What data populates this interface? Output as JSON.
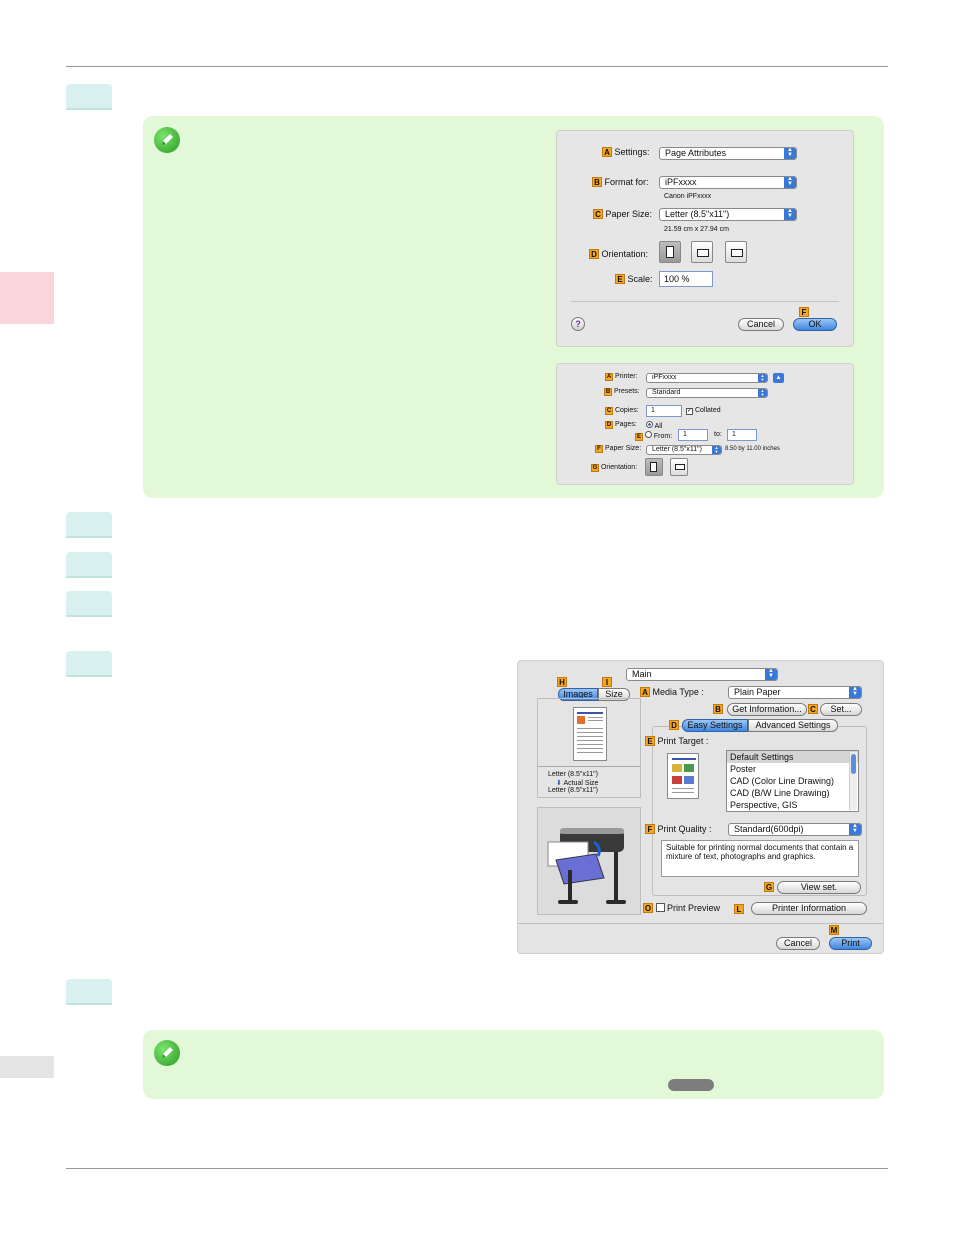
{
  "page_dialog": {
    "settings_label": "Settings:",
    "settings_value": "Page Attributes",
    "format_label": "Format for:",
    "format_value": "iPFxxxx",
    "format_sub": "Canon iPFxxxx",
    "paper_label": "Paper Size:",
    "paper_value": "Letter (8.5\"x11\")",
    "paper_sub": "21.59 cm x 27.94 cm",
    "orientation_label": "Orientation:",
    "scale_label": "Scale:",
    "scale_value": "100 %",
    "help_glyph": "?",
    "cancel": "Cancel",
    "ok": "OK",
    "letters": [
      "A",
      "B",
      "C",
      "D",
      "E",
      "F"
    ]
  },
  "print_dialog": {
    "printer_label": "Printer:",
    "printer_value": "iPFxxxx",
    "presets_label": "Presets:",
    "presets_value": "Standard",
    "copies_label": "Copies:",
    "copies_value": "1",
    "collated": "Collated",
    "pages_label": "Pages:",
    "all": "All",
    "from": "From:",
    "from_value": "1",
    "to": "to:",
    "to_value": "1",
    "paper_label": "Paper Size:",
    "paper_value": "Letter (8.5\"x11\")",
    "paper_dims": "8.50 by 11.00 inches",
    "orientation_label": "Orientation:",
    "letters": [
      "A",
      "B",
      "C",
      "D",
      "E",
      "F",
      "G"
    ]
  },
  "main_dialog": {
    "panel_popup": "Main",
    "tab_images": "Images",
    "tab_size": "Size",
    "preview_line1": "Letter (8.5\"x11\")",
    "preview_line2": "Actual Size",
    "preview_line3": "Letter (8.5\"x11\")",
    "media_type_label": "Media Type :",
    "media_type_value": "Plain Paper",
    "get_info": "Get Information...",
    "set": "Set...",
    "tab_easy": "Easy Settings",
    "tab_advanced": "Advanced Settings",
    "print_target_label": "Print Target :",
    "print_targets": [
      "Default Settings",
      "Poster",
      "CAD (Color Line Drawing)",
      "CAD (B/W Line Drawing)",
      "Perspective, GIS"
    ],
    "print_quality_label": "Print Quality :",
    "print_quality_value": "Standard(600dpi)",
    "description": "Suitable for printing normal documents that contain a mixture of text, photographs and graphics.",
    "view_set": "View set.",
    "print_preview": "Print Preview",
    "printer_information": "Printer Information",
    "cancel": "Cancel",
    "print": "Print",
    "letters": {
      "H": "H",
      "I": "I",
      "A": "A",
      "B": "B",
      "C": "C",
      "D": "D",
      "E": "E",
      "F": "F",
      "G": "G",
      "O": "O",
      "L": "L",
      "M": "M"
    }
  },
  "colors": {
    "step_tab": "#d9f1ee",
    "note_bg": "#e3f8d6",
    "side_tab": "#f9d6da",
    "label_orange": "#f5a623",
    "aqua_blue": "#3f86e0"
  }
}
